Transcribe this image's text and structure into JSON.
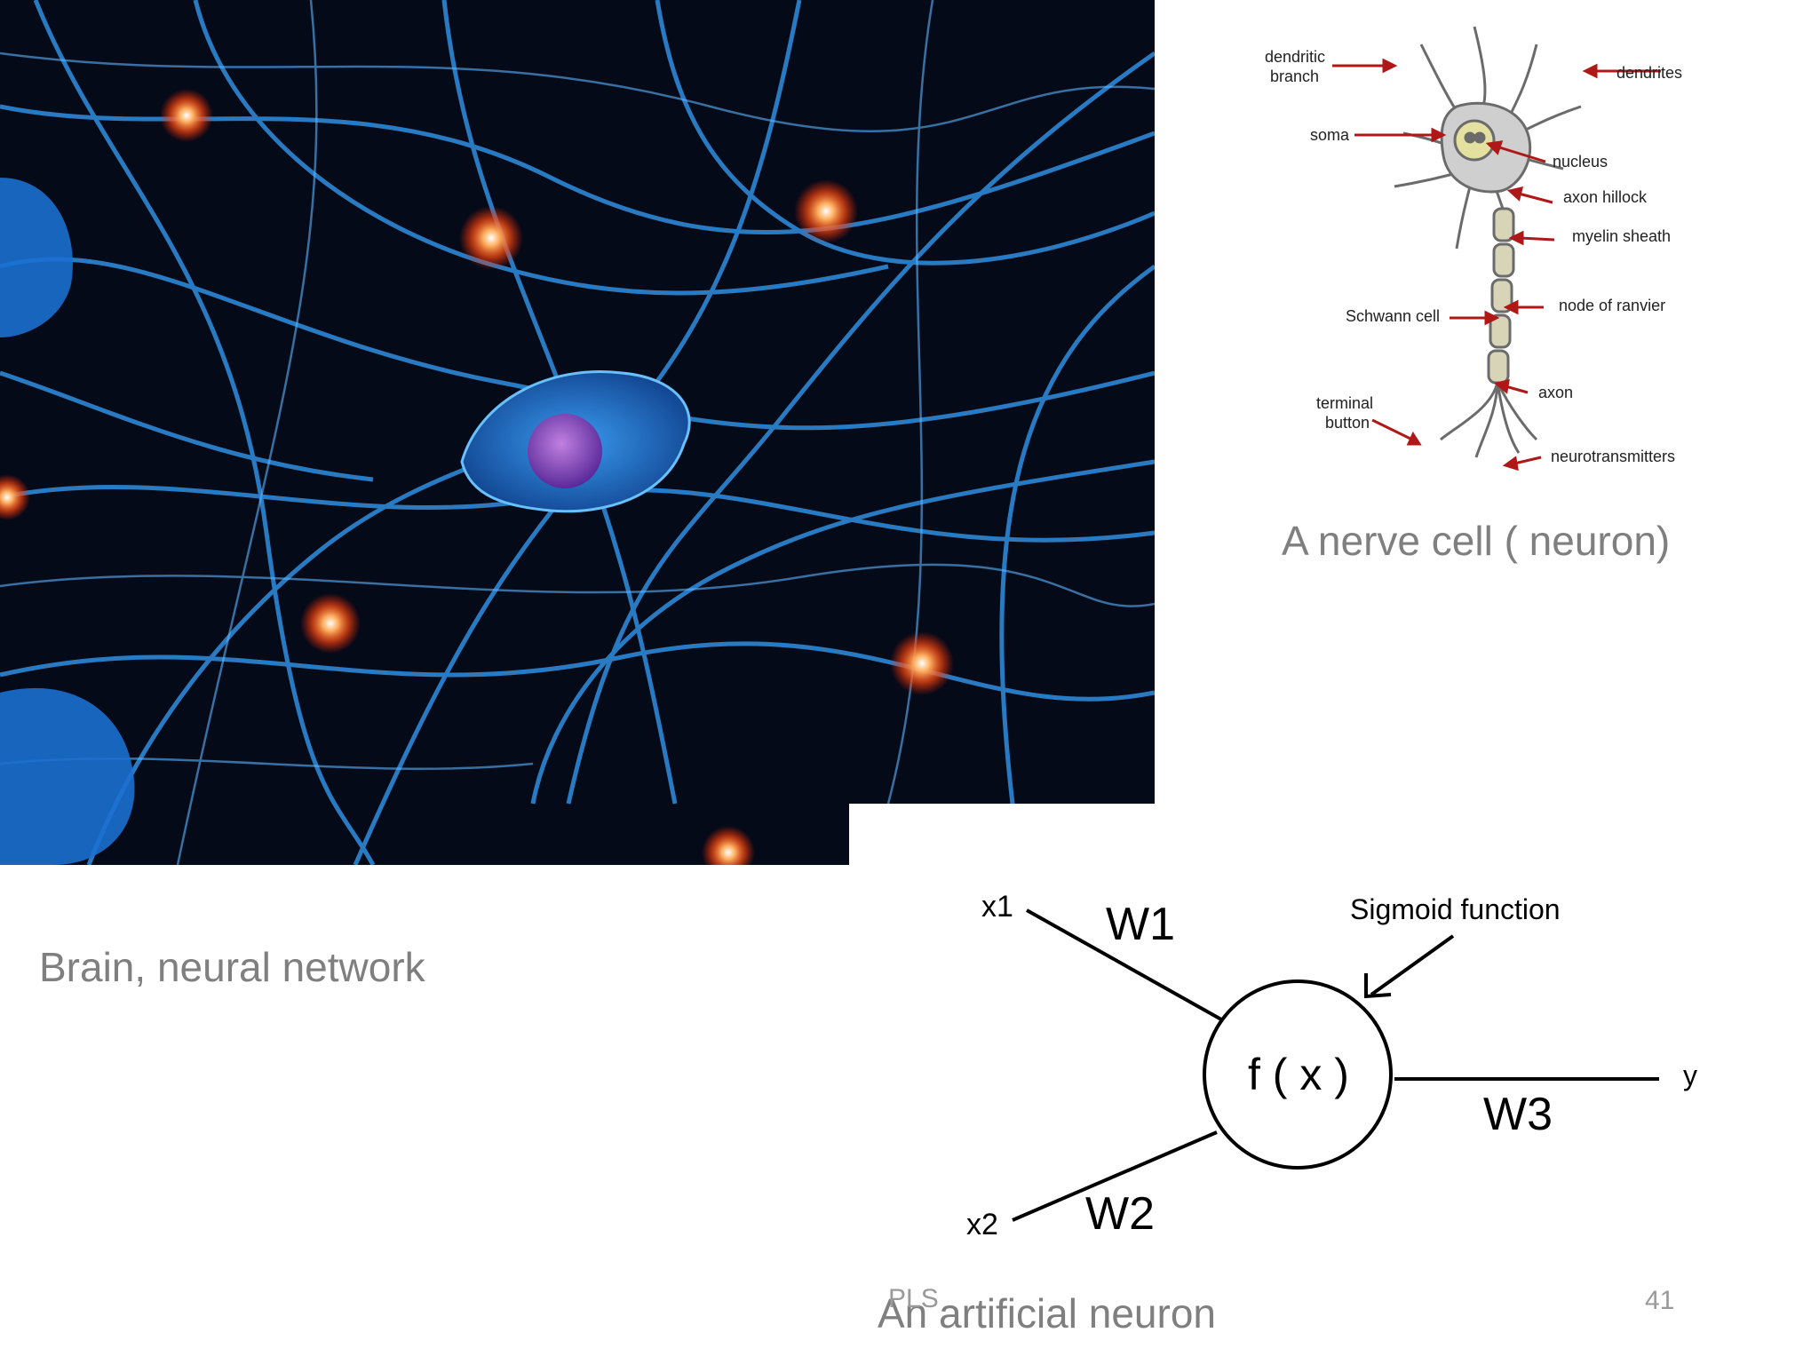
{
  "captions": {
    "brain": "Brain, neural network",
    "nerve_cell": "A nerve cell ( neuron)",
    "artificial_neuron": "An artificial neuron"
  },
  "neuron_labels": {
    "dendritic_branch_1": "dendritic",
    "dendritic_branch_2": "branch",
    "dendrites": "dendrites",
    "soma": "soma",
    "nucleus": "nucleus",
    "axon_hillock": "axon hillock",
    "myelin_sheath": "myelin sheath",
    "node_of_ranvier": "node of ranvier",
    "schwann_cell": "Schwann cell",
    "axon": "axon",
    "terminal_button_1": "terminal",
    "terminal_button_2": "button",
    "neurotransmitters": "neurotransmitters"
  },
  "artificial_neuron": {
    "input1": "x1",
    "input2": "x2",
    "weight1": "W1",
    "weight2": "W2",
    "weight3": "W3",
    "function": "f ( x )",
    "output": "y",
    "annotation": "Sigmoid function"
  },
  "footer": {
    "text": "PLS",
    "page_number": "41"
  },
  "colors": {
    "caption": "#7f7f7f",
    "arrow_red": "#b01818",
    "background_dark": "#050a18",
    "fiber_blue": "#2f8fe0"
  }
}
